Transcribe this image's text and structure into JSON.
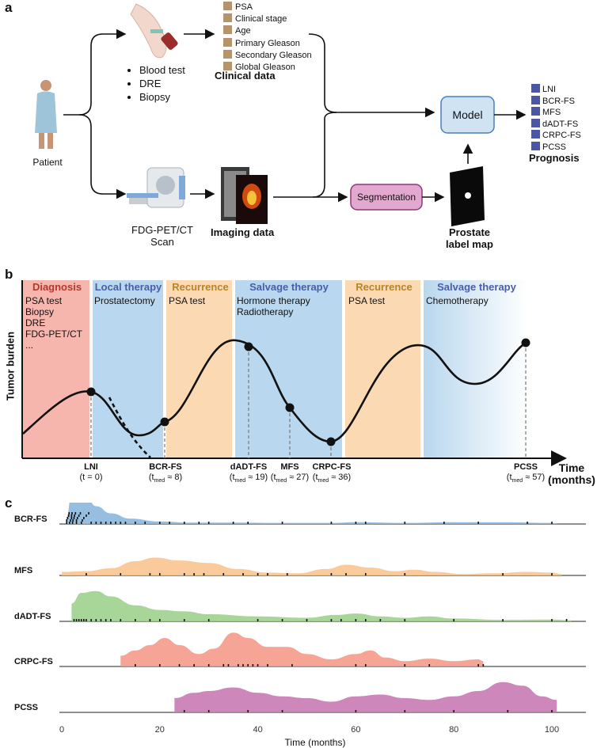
{
  "panels": {
    "a": "a",
    "b": "b",
    "c": "c"
  },
  "panel_a": {
    "patient": "Patient",
    "tests": [
      "Blood test",
      "DRE",
      "Biopsy"
    ],
    "clinical_vars": [
      "PSA",
      "Clinical stage",
      "Age",
      "Primary Gleason",
      "Secondary Gleason",
      "Global Gleason"
    ],
    "clinical_data": "Clinical data",
    "scan_line1": "FDG-PET/CT",
    "scan_line2": "Scan",
    "imaging_data": "Imaging data",
    "segmentation": "Segmentation",
    "label_map_line1": "Prostate",
    "label_map_line2": "label map",
    "model": "Model",
    "prognosis_items": [
      "LNI",
      "BCR-FS",
      "MFS",
      "dADT-FS",
      "CRPC-FS",
      "PCSS"
    ],
    "prognosis": "Prognosis",
    "colors": {
      "clinical_square": "#b5936b",
      "prognosis_square": "#4a57a6",
      "model_fill": "#cfe3f3",
      "model_stroke": "#4a7fb5",
      "seg_fill": "#e3a8cf",
      "seg_stroke": "#8a3a78"
    }
  },
  "panel_b": {
    "ylabel": "Tumor burden",
    "xlabel_line1": "Time",
    "xlabel_line2": "(months)",
    "phases": [
      {
        "title": "Diagnosis",
        "title_color": "#b03a2e",
        "fill": "#f7b6ad",
        "items": [
          "PSA test",
          "Biopsy",
          "DRE",
          "FDG-PET/CT",
          "..."
        ]
      },
      {
        "title": "Local therapy",
        "title_color": "#4a5ea8",
        "fill": "#b9d7ee",
        "items": [
          "Prostatectomy"
        ]
      },
      {
        "title": "Recurrence",
        "title_color": "#b8852c",
        "fill": "#fbd9b3",
        "items": [
          "PSA test"
        ]
      },
      {
        "title": "Salvage therapy",
        "title_color": "#4a5ea8",
        "fill": "#b9d7ee",
        "items": [
          "Hormone therapy",
          "Radiotherapy"
        ]
      },
      {
        "title": "Recurrence",
        "title_color": "#b8852c",
        "fill": "#fbd9b3",
        "items": [
          "PSA test"
        ]
      },
      {
        "title": "Salvage therapy",
        "title_color": "#4a5ea8",
        "fill": "#b9d7ee",
        "items": [
          "Chemotherapy"
        ]
      }
    ],
    "events": [
      {
        "name": "LNI",
        "sub": "(t = 0)"
      },
      {
        "name": "BCR-FS",
        "sub_pre": "(t",
        "sub_mid": "med",
        "sub_post": " ≈ 8)"
      },
      {
        "name": "dADT-FS",
        "sub_pre": "(t",
        "sub_mid": "med",
        "sub_post": " ≈ 19)"
      },
      {
        "name": "MFS",
        "sub_pre": "(t",
        "sub_mid": "med",
        "sub_post": " ≈ 27)"
      },
      {
        "name": "CRPC-FS",
        "sub_pre": "(t",
        "sub_mid": "med",
        "sub_post": " ≈ 36)"
      },
      {
        "name": "PCSS",
        "sub_pre": "(t",
        "sub_mid": "med",
        "sub_post": " ≈ 57)"
      }
    ]
  },
  "chart_data": {
    "type": "area",
    "xlabel": "Time (months)",
    "ylabel": "",
    "xlim": [
      0,
      105
    ],
    "x_ticks": [
      0,
      20,
      40,
      60,
      80,
      100
    ],
    "series": [
      {
        "name": "BCR-FS",
        "color": "#8ab7dd",
        "x": [
          1,
          2,
          3,
          5,
          7,
          10,
          14,
          20,
          26,
          35,
          45,
          55,
          60,
          70,
          80,
          90,
          100,
          101
        ],
        "density": [
          0.2,
          0.85,
          1.0,
          0.75,
          0.5,
          0.3,
          0.15,
          0.07,
          0.04,
          0.04,
          0.03,
          0.03,
          0.05,
          0.03,
          0.05,
          0.05,
          0.03,
          0.02
        ]
      },
      {
        "name": "MFS",
        "color": "#f9c48f",
        "x": [
          0,
          5,
          10,
          15,
          19,
          24,
          30,
          36,
          42,
          48,
          54,
          58,
          63,
          68,
          72,
          76,
          82,
          88,
          95,
          100,
          102
        ],
        "density": [
          0.1,
          0.12,
          0.2,
          0.4,
          0.5,
          0.42,
          0.35,
          0.18,
          0.08,
          0.06,
          0.18,
          0.3,
          0.22,
          0.12,
          0.16,
          0.1,
          0.04,
          0.06,
          0.1,
          0.08,
          0.04
        ]
      },
      {
        "name": "dADT-FS",
        "color": "#9fd08d",
        "x": [
          2,
          4,
          7,
          10,
          15,
          20,
          25,
          30,
          40,
          50,
          56,
          60,
          65,
          70,
          75,
          80,
          90,
          100,
          104
        ],
        "density": [
          0.5,
          0.8,
          0.85,
          0.7,
          0.45,
          0.32,
          0.28,
          0.2,
          0.14,
          0.1,
          0.18,
          0.22,
          0.14,
          0.1,
          0.14,
          0.08,
          0.04,
          0.05,
          0.03
        ]
      },
      {
        "name": "CRPC-FS",
        "color": "#f59a8a",
        "x": [
          12,
          15,
          18,
          21,
          24,
          28,
          31,
          35,
          38,
          42,
          46,
          50,
          55,
          60,
          63,
          66,
          70,
          75,
          80,
          85,
          86
        ],
        "density": [
          0.3,
          0.45,
          0.6,
          0.8,
          0.6,
          0.35,
          0.5,
          0.95,
          0.8,
          0.55,
          0.55,
          0.35,
          0.2,
          0.35,
          0.45,
          0.25,
          0.15,
          0.22,
          0.15,
          0.2,
          0.15
        ]
      },
      {
        "name": "PCSS",
        "color": "#c97ab2",
        "x": [
          23,
          27,
          30,
          35,
          40,
          45,
          50,
          55,
          60,
          65,
          70,
          75,
          80,
          85,
          90,
          94,
          98,
          101
        ],
        "density": [
          0.4,
          0.55,
          0.6,
          0.7,
          0.55,
          0.45,
          0.4,
          0.3,
          0.45,
          0.5,
          0.4,
          0.35,
          0.45,
          0.6,
          0.85,
          0.75,
          0.45,
          0.35
        ]
      }
    ],
    "events": {
      "BCR-FS": [
        1,
        1,
        1.2,
        1.4,
        1.5,
        1.6,
        1.8,
        2,
        2,
        2.1,
        2.2,
        2.3,
        2.5,
        2.6,
        2.8,
        3,
        3,
        3.2,
        3.5,
        3.8,
        4,
        4.2,
        4.5,
        5,
        5.5,
        6,
        7,
        8,
        9,
        10,
        11,
        12,
        13,
        15,
        17,
        20,
        22,
        25,
        28,
        30,
        35,
        38,
        45,
        55,
        60,
        62,
        70,
        78,
        85,
        95,
        100
      ],
      "MFS": [
        5,
        12,
        18,
        20,
        25,
        27,
        29,
        33,
        37,
        40,
        42,
        46,
        55,
        58,
        62,
        70,
        90,
        100
      ],
      "dADT-FS": [
        2.5,
        3,
        3.5,
        4,
        4.5,
        5,
        6,
        7,
        8,
        9,
        10,
        12,
        15,
        18,
        20,
        25,
        30,
        40,
        45,
        50,
        55,
        57,
        60,
        62,
        65,
        70,
        80,
        90,
        100,
        103
      ],
      "CRPC-FS": [
        15,
        20,
        24,
        27,
        30,
        33,
        34,
        36,
        37,
        38,
        39,
        40,
        42,
        47,
        60,
        62,
        70,
        75,
        85,
        86
      ],
      "PCSS": [
        25,
        30,
        38,
        45,
        60,
        70,
        80,
        91,
        100
      ]
    }
  }
}
